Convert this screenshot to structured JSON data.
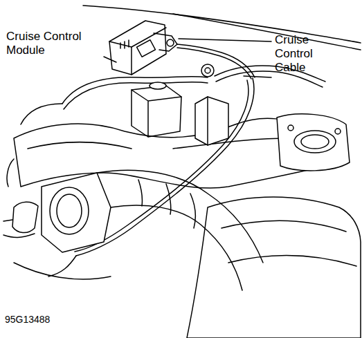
{
  "diagram": {
    "labels": [
      "Cruise Control Module",
      "Cruise Control Cable",
      "95G13488"
    ]
  }
}
